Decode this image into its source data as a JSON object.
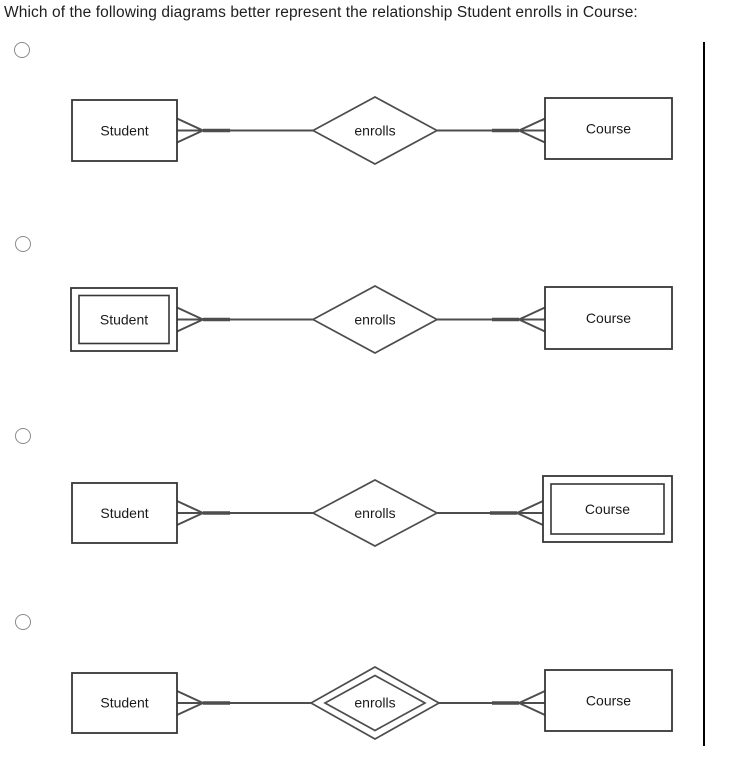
{
  "question": {
    "title": "Which of the following diagrams better represent the relationship Student enrolls in Course:"
  },
  "colors": {
    "background": "#ffffff",
    "title_text": "#202020",
    "diagram_line": "#4d4d4d",
    "box_border": "#363636",
    "label_text": "#1a1a1a",
    "radio_border": "#8a8a8a",
    "right_border_line": "#000000"
  },
  "options": [
    {
      "selected": false,
      "diagram": {
        "left_entity": {
          "label": "Student",
          "border": "single"
        },
        "relationship": {
          "label": "enrolls",
          "border": "single"
        },
        "right_entity": {
          "label": "Course",
          "border": "single"
        },
        "left_connector": "crow-foot-many",
        "right_connector": "crow-foot-many"
      }
    },
    {
      "selected": false,
      "diagram": {
        "left_entity": {
          "label": "Student",
          "border": "double"
        },
        "relationship": {
          "label": "enrolls",
          "border": "single"
        },
        "right_entity": {
          "label": "Course",
          "border": "single"
        },
        "left_connector": "crow-foot-many",
        "right_connector": "crow-foot-many"
      }
    },
    {
      "selected": false,
      "diagram": {
        "left_entity": {
          "label": "Student",
          "border": "single"
        },
        "relationship": {
          "label": "enrolls",
          "border": "single"
        },
        "right_entity": {
          "label": "Course",
          "border": "double"
        },
        "left_connector": "crow-foot-many",
        "right_connector": "crow-foot-many"
      }
    },
    {
      "selected": false,
      "diagram": {
        "left_entity": {
          "label": "Student",
          "border": "single"
        },
        "relationship": {
          "label": "enrolls",
          "border": "double"
        },
        "right_entity": {
          "label": "Course",
          "border": "single"
        },
        "left_connector": "crow-foot-many",
        "right_connector": "crow-foot-many"
      }
    }
  ]
}
